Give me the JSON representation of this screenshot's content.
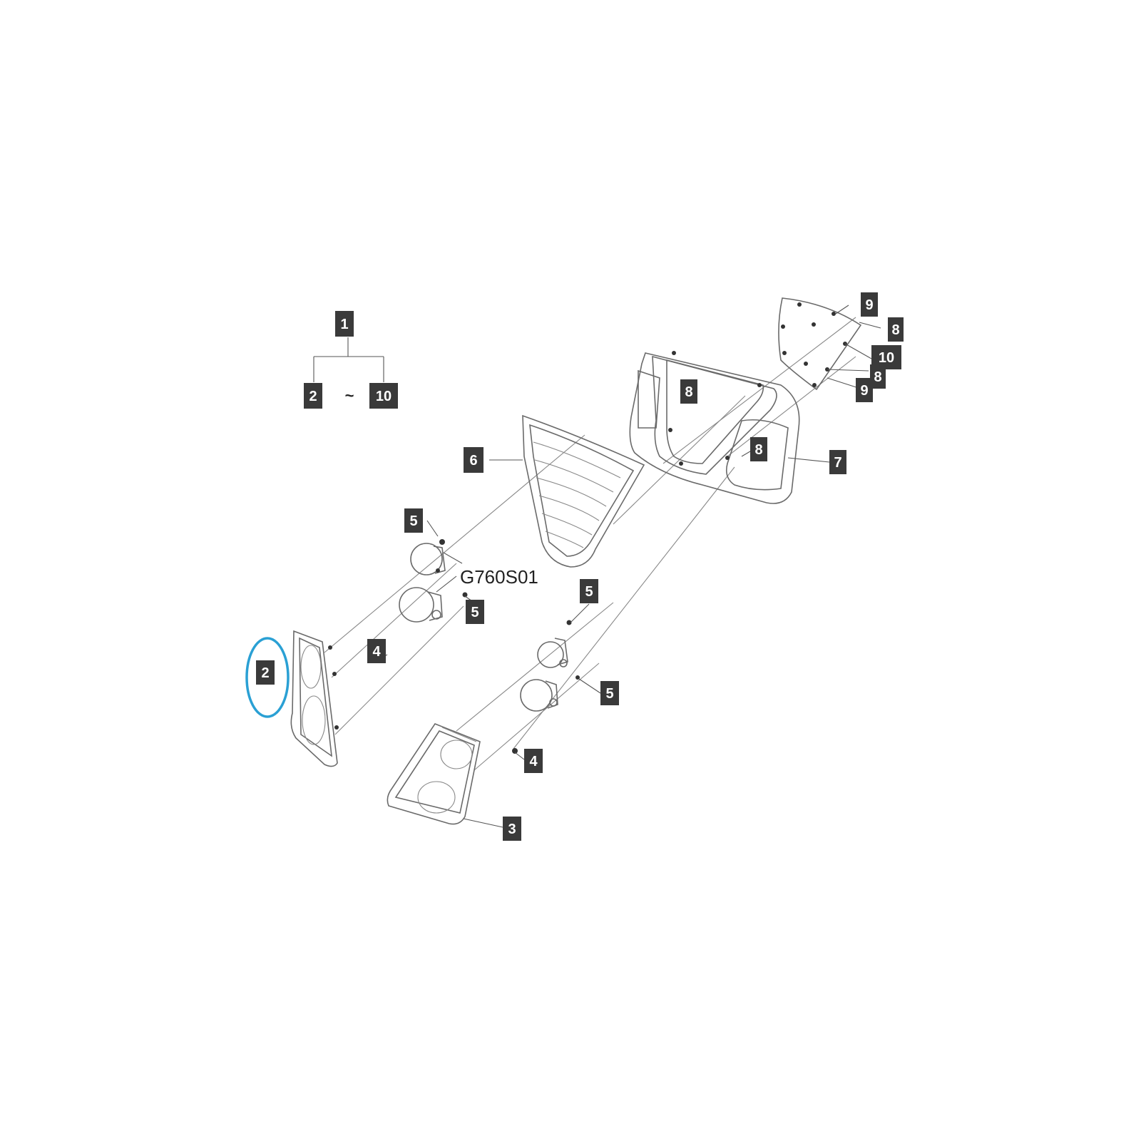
{
  "diagram": {
    "code_label": "G760S01",
    "tree": {
      "parent": "1",
      "range_start": "2",
      "range_sep": "~",
      "range_end": "10"
    },
    "callouts": [
      "9",
      "8",
      "10",
      "8",
      "9",
      "8",
      "8",
      "7",
      "6",
      "5",
      "5",
      "5",
      "5",
      "4",
      "4",
      "2",
      "3"
    ],
    "highlight": {
      "target": "2",
      "color": "#2aa0d4"
    }
  }
}
